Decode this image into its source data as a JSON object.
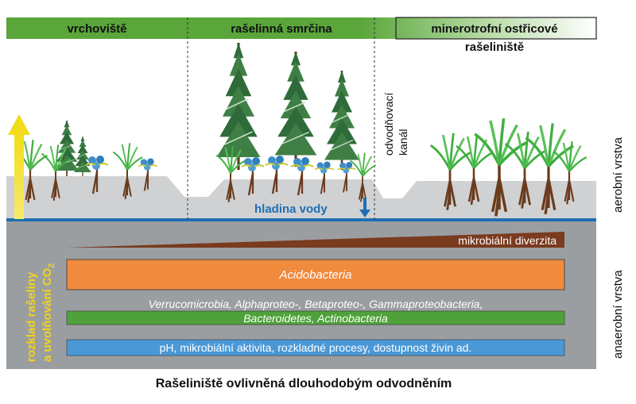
{
  "zones": {
    "bog": "vrchoviště",
    "spruce": "rašelinná smrčina",
    "fen_line1": "minerotrofní ostřicové",
    "fen_line2": "rašeliniště"
  },
  "labels": {
    "drainage_line1": "odvodňovací",
    "drainage_line2": "kanál",
    "water_table": "hladina vody",
    "aerobic": "aerobní vrstva",
    "anaerobic": "anaerobní vrstva",
    "decomp_line1": "rozklad rašeliny",
    "decomp_line2": "a uvolňování CO",
    "decomp_sub": "2"
  },
  "bars": {
    "microbial_diversity": "mikrobiální diverzita",
    "acidobacteria": "Acidobacteria",
    "phyla_line1": "Verrucomicrobia, Alphaproteo-, Betaproteo-, Gammaproteobacteria,",
    "phyla_line2": "Bacteroidetes, Actinobacteria",
    "factors": "pH, mikrobiální aktivita, rozkladné procesy, dostupnost živin ad."
  },
  "caption": "Rašeliniště ovlivněná dlouhodobým odvodněním",
  "colors": {
    "header_green": "#5aa63a",
    "soil_gray": "#9b9ea1",
    "surface_gray": "#cfd1d3",
    "water_blue": "#1f6fb2",
    "diversity_brown": "#7a3b1f",
    "acido_orange": "#f08a3c",
    "phyla_green": "#4fa23a",
    "factors_blue": "#4a98d6",
    "arrow_yellow": "#f2dc1c",
    "decomp_text_yellow": "#f2d21c"
  },
  "icons": [
    "spruce-tree-icon",
    "sedge-plant-icon",
    "blueberry-shrub-icon",
    "up-arrow-icon",
    "down-arrow-icon"
  ]
}
